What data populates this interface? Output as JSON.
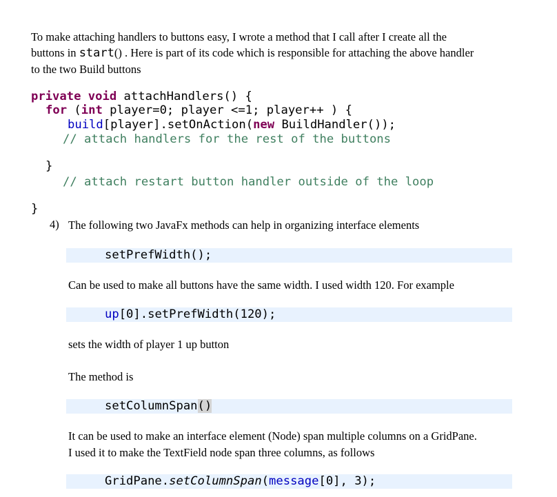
{
  "intro": {
    "line1": "To make attaching handlers to buttons easy, I wrote a method that I call after I create all the",
    "line2a": "buttons in ",
    "line2code": "start",
    "line2b": "() . Here is part of its code which is responsible for attaching the above handler",
    "line3": "to the two Build buttons"
  },
  "code_block": {
    "l1_kw1": "private",
    "l1_kw2": "void",
    "l1_rest": " attachHandlers() {",
    "l2_kw1": "for",
    "l2_a": " (",
    "l2_kw2": "int",
    "l2_rest": " player=0; player <=1; player++ ) {",
    "l3_field": "build",
    "l3_a": "[player].setOnAction(",
    "l3_kw": "new",
    "l3_rest": " BuildHandler());",
    "l4_comment": "// attach handlers for the rest of the buttons",
    "l5": "}",
    "l6_comment": "// attach restart button handler outside of the loop",
    "l7": "}"
  },
  "item4": {
    "number": "4)",
    "text": "The following two JavaFx methods can help in organizing interface elements"
  },
  "snippet1": "setPrefWidth();",
  "para1": "Can be used to make all buttons have the same width. I used width 120. For example",
  "snippet2": {
    "field": "up",
    "rest": "[0].setPrefWidth(120);"
  },
  "para2": "sets the width of player 1 up button",
  "para3": "The method is",
  "snippet3": {
    "text": "setColumnSpan",
    "paren_open": "(",
    "paren_close": ")"
  },
  "para4": {
    "line1": "It can be used to make an interface element (Node) span multiple columns on a GridPane.",
    "line2": "I used it to make the TextField node span three columns, as follows"
  },
  "snippet4": {
    "a": "GridPane.",
    "method": "setColumnSpan",
    "b": "(",
    "field": "message",
    "c": "[0], 3);"
  },
  "colors": {
    "keyword": "#7f0055",
    "field": "#0000c0",
    "comment": "#3f7f5f",
    "code_band": "#e8f2fe"
  }
}
